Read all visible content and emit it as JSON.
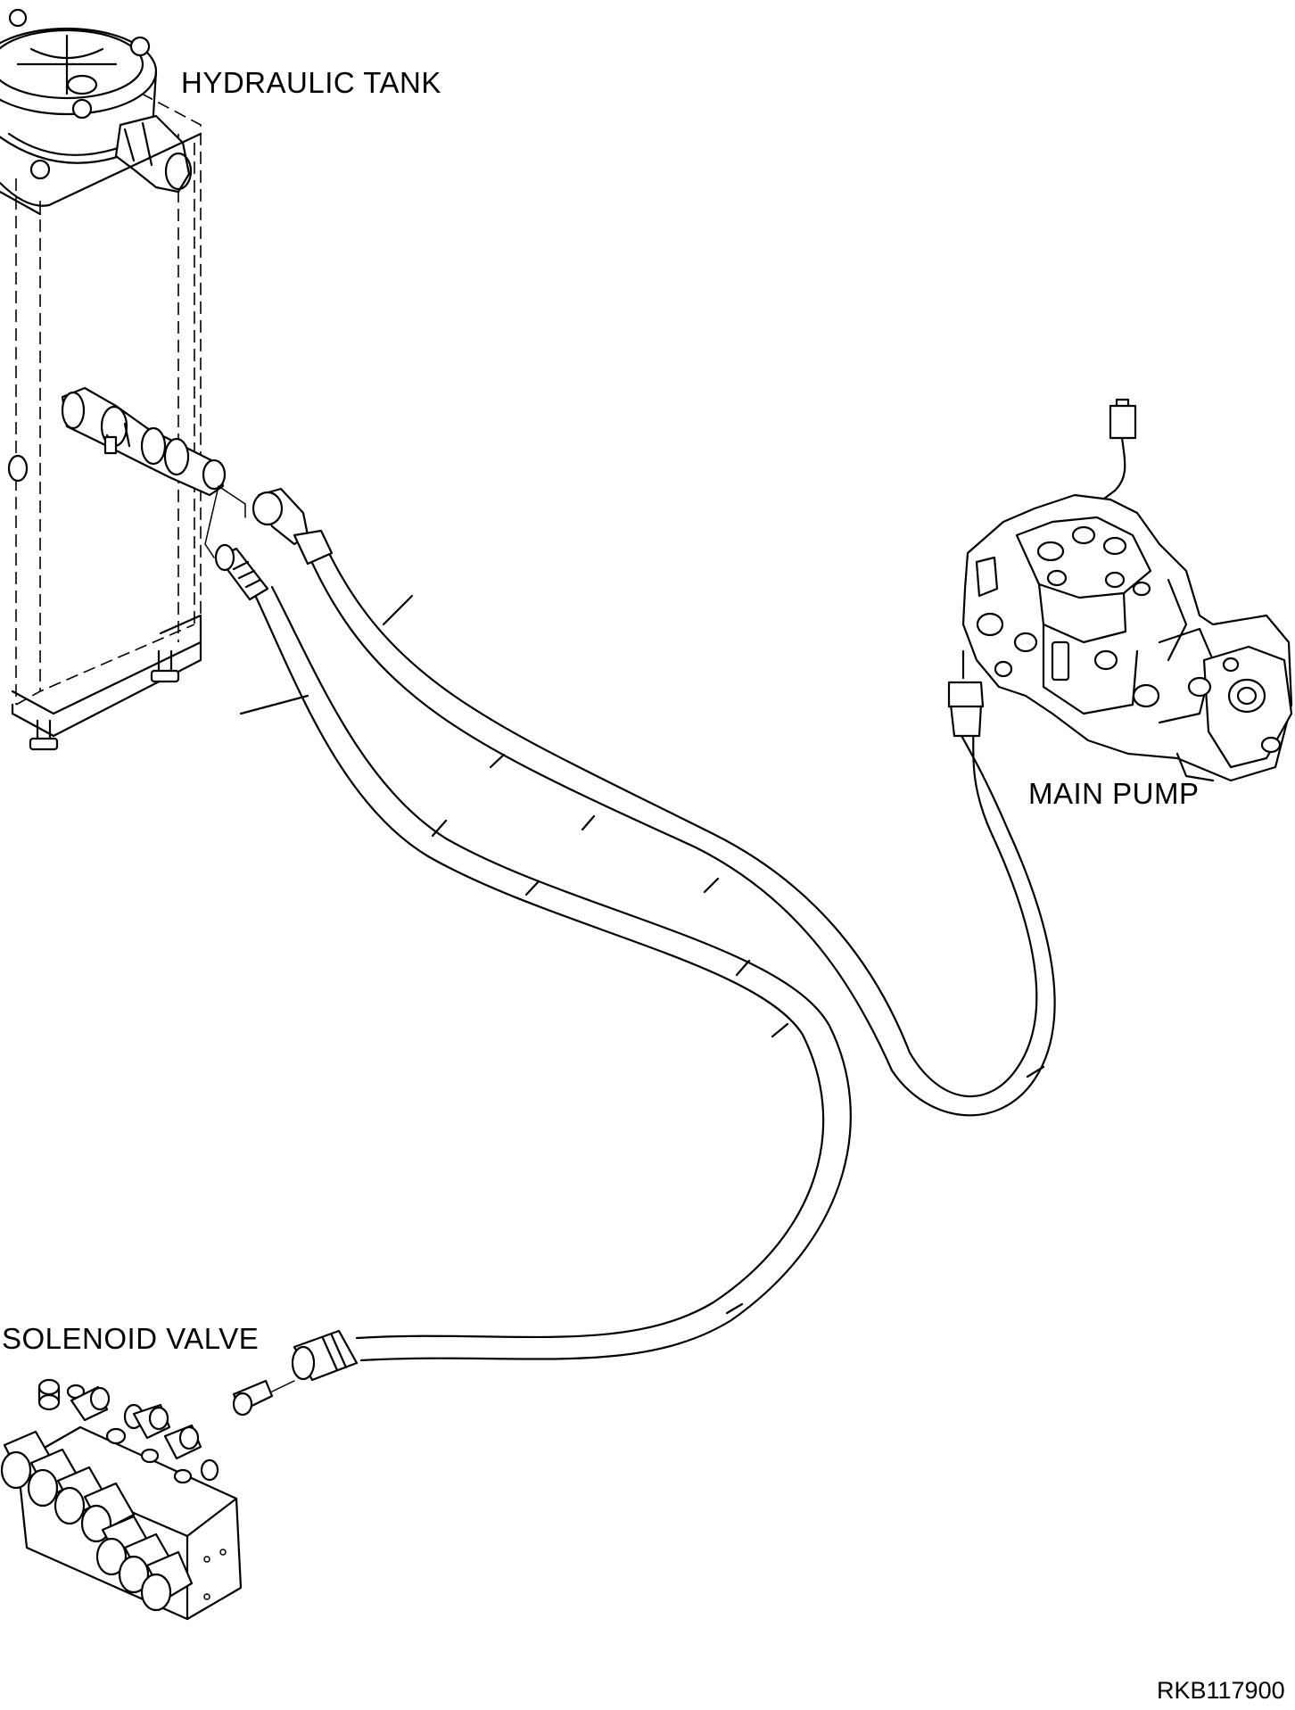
{
  "labels": {
    "hydraulic_tank": "HYDRAULIC TANK",
    "main_pump": "MAIN PUMP",
    "solenoid_valve": "SOLENOID VALVE",
    "drawing_code": "RKB117900"
  }
}
